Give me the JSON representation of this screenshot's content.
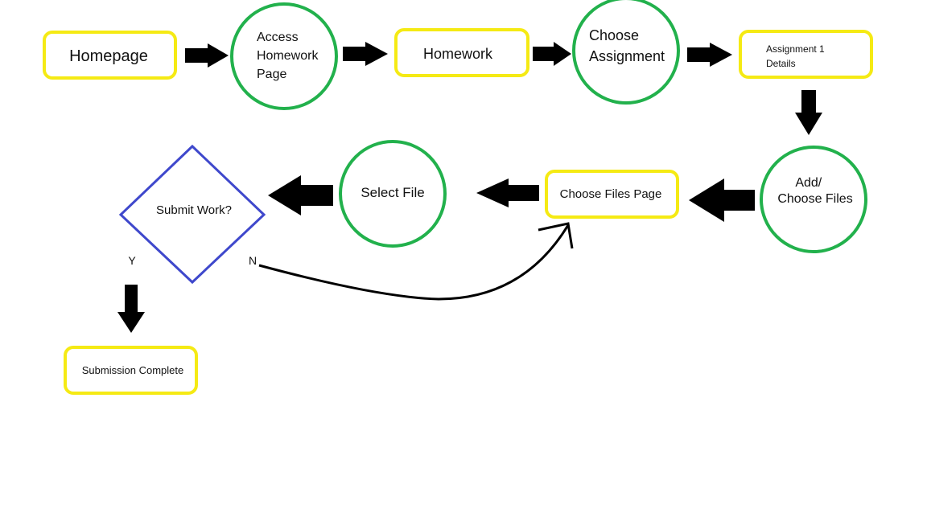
{
  "colors": {
    "rect_node": "#f5ea14",
    "circle_node": "#22b14c",
    "decision_node": "#3f48cc",
    "arrow": "#000000",
    "background": "#ffffff"
  },
  "nodes": {
    "homepage": {
      "shape": "rounded-rect",
      "lines": [
        "Homepage"
      ]
    },
    "access_homework_page": {
      "shape": "circle",
      "lines": [
        "Access",
        "Homework",
        "Page"
      ]
    },
    "homework": {
      "shape": "rounded-rect",
      "lines": [
        "Homework"
      ]
    },
    "choose_assignment": {
      "shape": "circle",
      "lines": [
        "Choose",
        "Assignment"
      ]
    },
    "assignment_1_details": {
      "shape": "rounded-rect",
      "lines": [
        "Assignment 1",
        "Details"
      ]
    },
    "add_choose_files": {
      "shape": "circle",
      "lines": [
        "Add/",
        "Choose Files"
      ]
    },
    "choose_files_page": {
      "shape": "rounded-rect",
      "lines": [
        "Choose Files Page"
      ]
    },
    "select_file": {
      "shape": "circle",
      "lines": [
        "Select File"
      ]
    },
    "submit_work": {
      "shape": "diamond",
      "lines": [
        "Submit Work?"
      ]
    },
    "submission_complete": {
      "shape": "rounded-rect",
      "lines": [
        "Submission Complete"
      ]
    }
  },
  "edges": [
    {
      "from": "homepage",
      "to": "access_homework_page"
    },
    {
      "from": "access_homework_page",
      "to": "homework"
    },
    {
      "from": "homework",
      "to": "choose_assignment"
    },
    {
      "from": "choose_assignment",
      "to": "assignment_1_details"
    },
    {
      "from": "assignment_1_details",
      "to": "add_choose_files"
    },
    {
      "from": "add_choose_files",
      "to": "choose_files_page"
    },
    {
      "from": "choose_files_page",
      "to": "select_file"
    },
    {
      "from": "select_file",
      "to": "submit_work"
    },
    {
      "from": "submit_work",
      "to": "submission_complete",
      "label": "Y"
    },
    {
      "from": "submit_work",
      "to": "choose_files_page",
      "label": "N"
    }
  ]
}
